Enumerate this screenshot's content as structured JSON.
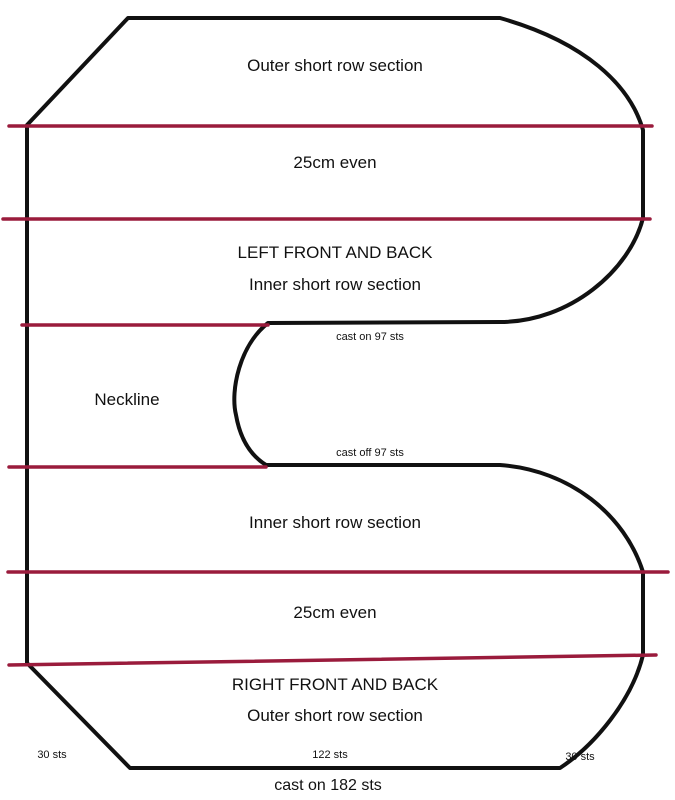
{
  "colors": {
    "outline": "#111111",
    "divider_line": "#9a1b3c",
    "background": "#ffffff"
  },
  "sections": {
    "top_outer": "Outer short row section",
    "top_even": "25cm even",
    "left_title": "LEFT FRONT AND BACK",
    "top_inner": "Inner short row section",
    "neckline": "Neckline",
    "bottom_inner": "Inner short row section",
    "bottom_even": "25cm even",
    "right_title": "RIGHT FRONT AND BACK",
    "bottom_outer": "Outer short row section"
  },
  "annotations": {
    "cast_on_neck": "cast on 97 sts",
    "cast_off_neck": "cast off 97 sts",
    "left_edge_sts": "30 sts",
    "middle_edge_sts": "122 sts",
    "right_edge_sts": "30 sts",
    "cast_on_total": "cast on 182 sts"
  }
}
